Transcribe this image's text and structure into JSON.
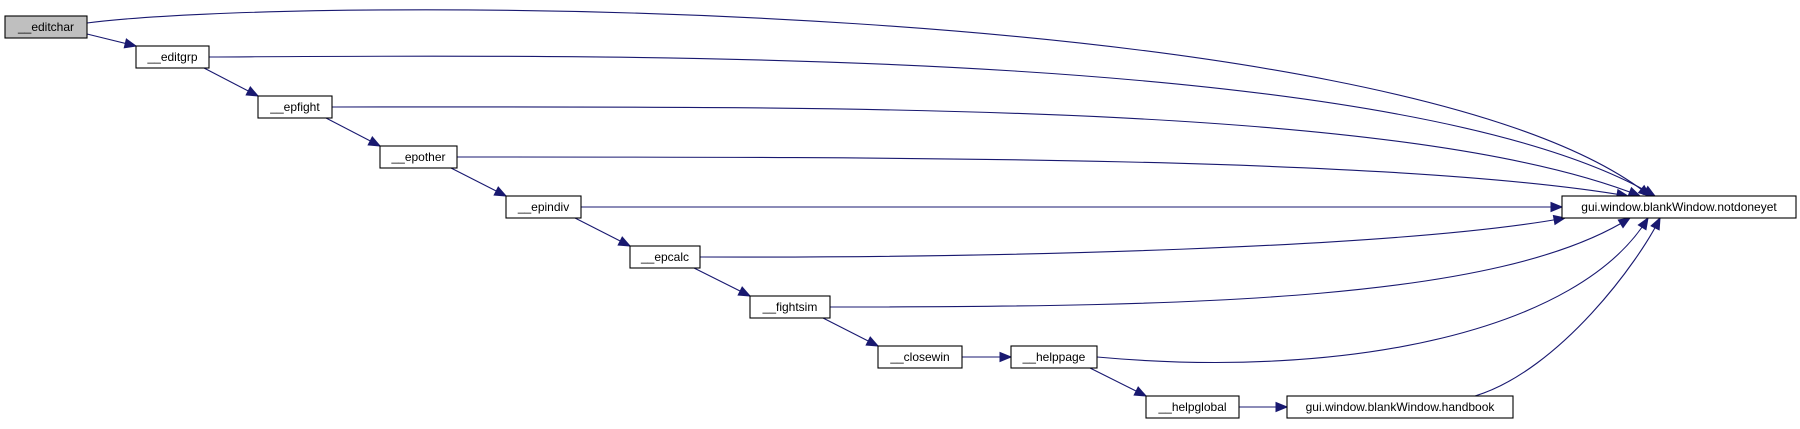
{
  "nodes": [
    {
      "id": "editchar",
      "label": "__editchar",
      "root": true
    },
    {
      "id": "editgrp",
      "label": "__editgrp"
    },
    {
      "id": "epfight",
      "label": "__epfight"
    },
    {
      "id": "epother",
      "label": "__epother"
    },
    {
      "id": "epindiv",
      "label": "__epindiv"
    },
    {
      "id": "epcalc",
      "label": "__epcalc"
    },
    {
      "id": "fightsim",
      "label": "__fightsim"
    },
    {
      "id": "closewin",
      "label": "__closewin"
    },
    {
      "id": "helppage",
      "label": "__helppage"
    },
    {
      "id": "helpglobal",
      "label": "__helpglobal"
    },
    {
      "id": "handbook",
      "label": "gui.window.blankWindow.handbook"
    },
    {
      "id": "notdoneyet",
      "label": "gui.window.blankWindow.notdoneyet"
    }
  ],
  "edges": [
    {
      "from": "editchar",
      "to": "notdoneyet"
    },
    {
      "from": "editchar",
      "to": "editgrp"
    },
    {
      "from": "editgrp",
      "to": "notdoneyet"
    },
    {
      "from": "editgrp",
      "to": "epfight"
    },
    {
      "from": "epfight",
      "to": "notdoneyet"
    },
    {
      "from": "epfight",
      "to": "epother"
    },
    {
      "from": "epother",
      "to": "notdoneyet"
    },
    {
      "from": "epother",
      "to": "epindiv"
    },
    {
      "from": "epindiv",
      "to": "notdoneyet"
    },
    {
      "from": "epindiv",
      "to": "epcalc"
    },
    {
      "from": "epcalc",
      "to": "notdoneyet"
    },
    {
      "from": "epcalc",
      "to": "fightsim"
    },
    {
      "from": "fightsim",
      "to": "notdoneyet"
    },
    {
      "from": "fightsim",
      "to": "closewin"
    },
    {
      "from": "closewin",
      "to": "helppage"
    },
    {
      "from": "helppage",
      "to": "notdoneyet"
    },
    {
      "from": "helppage",
      "to": "helpglobal"
    },
    {
      "from": "helpglobal",
      "to": "handbook"
    },
    {
      "from": "handbook",
      "to": "notdoneyet"
    }
  ]
}
